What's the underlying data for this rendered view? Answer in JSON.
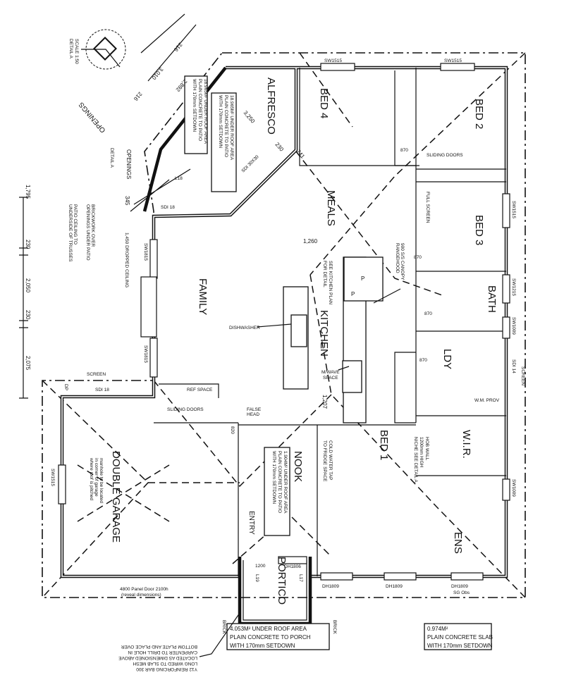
{
  "rooms": {
    "alfresco": "ALFRESCO",
    "bed4": "BED 4",
    "bed2": "BED 2",
    "bed3": "BED 3",
    "bath": "BATH",
    "ldy": "LDY",
    "wir": "W.I.R.",
    "ens": "ENS",
    "bed1": "BED 1",
    "meals": "MEALS",
    "kitchen": "KITCHEN",
    "family": "FAMILY",
    "garage": "DOUBLE GARAGE",
    "nook": "NOOK",
    "entry": "ENTRY",
    "portico": "PORTICO"
  },
  "windows": {
    "top1": "SW1515",
    "top2": "SW1515",
    "bed3": "SW1515",
    "bath": "SW1215",
    "wc": "SW1009",
    "ldy": "SDI 14",
    "ens": "SW1009",
    "bed1a": "DH1809",
    "bed1b": "DH1809",
    "ensb": "DH1809",
    "sg_obs": "SG Obs",
    "fam1": "SW1815",
    "fam2": "SW1815",
    "garage": "SW1515",
    "entry": "DH1806",
    "sdi_fam": "SDI 18",
    "sdi_alf": "SDI 18",
    "sdi_alf2": "SDI 30X30",
    "dp": "DP"
  },
  "fixtures": {
    "dishwasher": "DISHWASHER",
    "mwave1": "M/WAVE",
    "mwave2": "SPACE",
    "false_head1": "FALSE",
    "false_head2": "HEAD",
    "rangehood1": "900 S/S CANOPY",
    "rangehood2": "RANGEHOOD",
    "see_kitchen1": "SEE KITCHEN PLAN",
    "see_kitchen2": "FOR DETAIL",
    "cold_water1": "COLD WATER TAP",
    "cold_water2": "TO FRIDGE SPACE",
    "hob1": "HOB WALL",
    "hob2": "1200mm HIGH",
    "hob3": "NICHE SEE DETAIL A",
    "sliding_doors": "SLIDING DOORS",
    "full_screen": "FULL SCREEN",
    "screen": "SCREEN",
    "wm_prov": "W.M. PROV",
    "manhole1": "manhole to be located",
    "manhole2": "in corner of garage",
    "manhole3": "where roof is pitched",
    "door870": "870",
    "door820": "820",
    "door1200": "1200",
    "l17": "L17",
    "l19": "L19",
    "l18": "L18",
    "ref_space": "REF SPACE"
  },
  "dimensions": {
    "d1795": "1,795",
    "d230a": "230",
    "d2050": "2,050",
    "d230b": "230",
    "d2075": "2,075",
    "d216a": "216",
    "d3010": "3,010",
    "d216b": "216",
    "d2892": "2,892",
    "d3250": "3,250",
    "d230c": "230",
    "d741": "741",
    "d1260": "1,260",
    "d1207": "1,207",
    "d345": "345",
    "d1450": "1,450 DROPPED CEILING"
  },
  "notes": {
    "openings1": "OPENINGS",
    "openings2": "OPENINGS",
    "detail_a": "DETAIL A",
    "scale1": "SCALE 1:50",
    "scale2": "DETAIL A",
    "brick1": "BRICKWORK OVER",
    "brick2": "OPENINGS UNDER PATIO",
    "patio1": "PATIO CEILING TO",
    "patio2": "UNDERSIDE OF TRUSSES",
    "alf_box1": "18.965M² UNDER ROOF AREA",
    "alf_box2": "PLAIN CONCRETE TO PATIO",
    "alf_box3": "WITH 170mm SETDOWN",
    "nook_box1": "1.904M² UNDER ROOF AREA",
    "nook_box2": "PLAIN CONCRETE TO PATIO",
    "nook_box3": "WITH 170mm SETDOWN",
    "porch_box1": "4.053M² UNDER ROOF AREA",
    "porch_box2": "PLAIN CONCRETE TO PORCH",
    "porch_box3": "WITH 170mm SETDOWN",
    "slab_box1": "0.974M²",
    "slab_box2": "PLAIN CONCRETE SLAB",
    "slab_box3": "WITH 170mm SETDOWN",
    "garage_door1": "4800 Panel Door 2100h",
    "garage_door2": "(reveal dimensions)",
    "y12_1": "Y12 REINFORCING BAR 300",
    "y12_2": "LONG WIRED TO SLAB MESH",
    "y12_3": "LOCATED AS DIMENSIONED ABOVE",
    "y12_4": "CARPENTER TO DRILL HOLE IN",
    "y12_5": "BOTTOM PLATE AND PLACE OVER",
    "brick_l": "BRICK"
  }
}
